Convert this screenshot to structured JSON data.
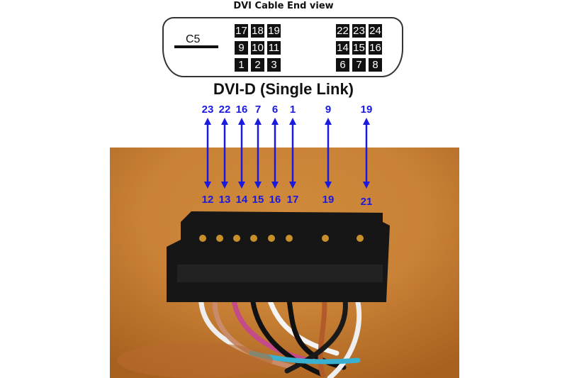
{
  "title": "DVI Cable End view",
  "subtitle": "DVI-D (Single Link)",
  "c5_label": "C5",
  "pin_grid": {
    "left": [
      [
        "17",
        "18",
        "19"
      ],
      [
        "9",
        "10",
        "11"
      ],
      [
        "1",
        "2",
        "3"
      ]
    ],
    "right": [
      [
        "22",
        "23",
        "24"
      ],
      [
        "14",
        "15",
        "16"
      ],
      [
        "6",
        "7",
        "8"
      ]
    ]
  },
  "mapping": [
    {
      "dvi": "23",
      "connector": "12"
    },
    {
      "dvi": "22",
      "connector": "13"
    },
    {
      "dvi": "16",
      "connector": "14"
    },
    {
      "dvi": "7",
      "connector": "15"
    },
    {
      "dvi": "6",
      "connector": "16"
    },
    {
      "dvi": "1",
      "connector": "17"
    },
    {
      "dvi": "9",
      "connector": "19"
    },
    {
      "dvi": "19",
      "connector": "21"
    }
  ],
  "colors": {
    "arrow": "#1a1adf"
  }
}
